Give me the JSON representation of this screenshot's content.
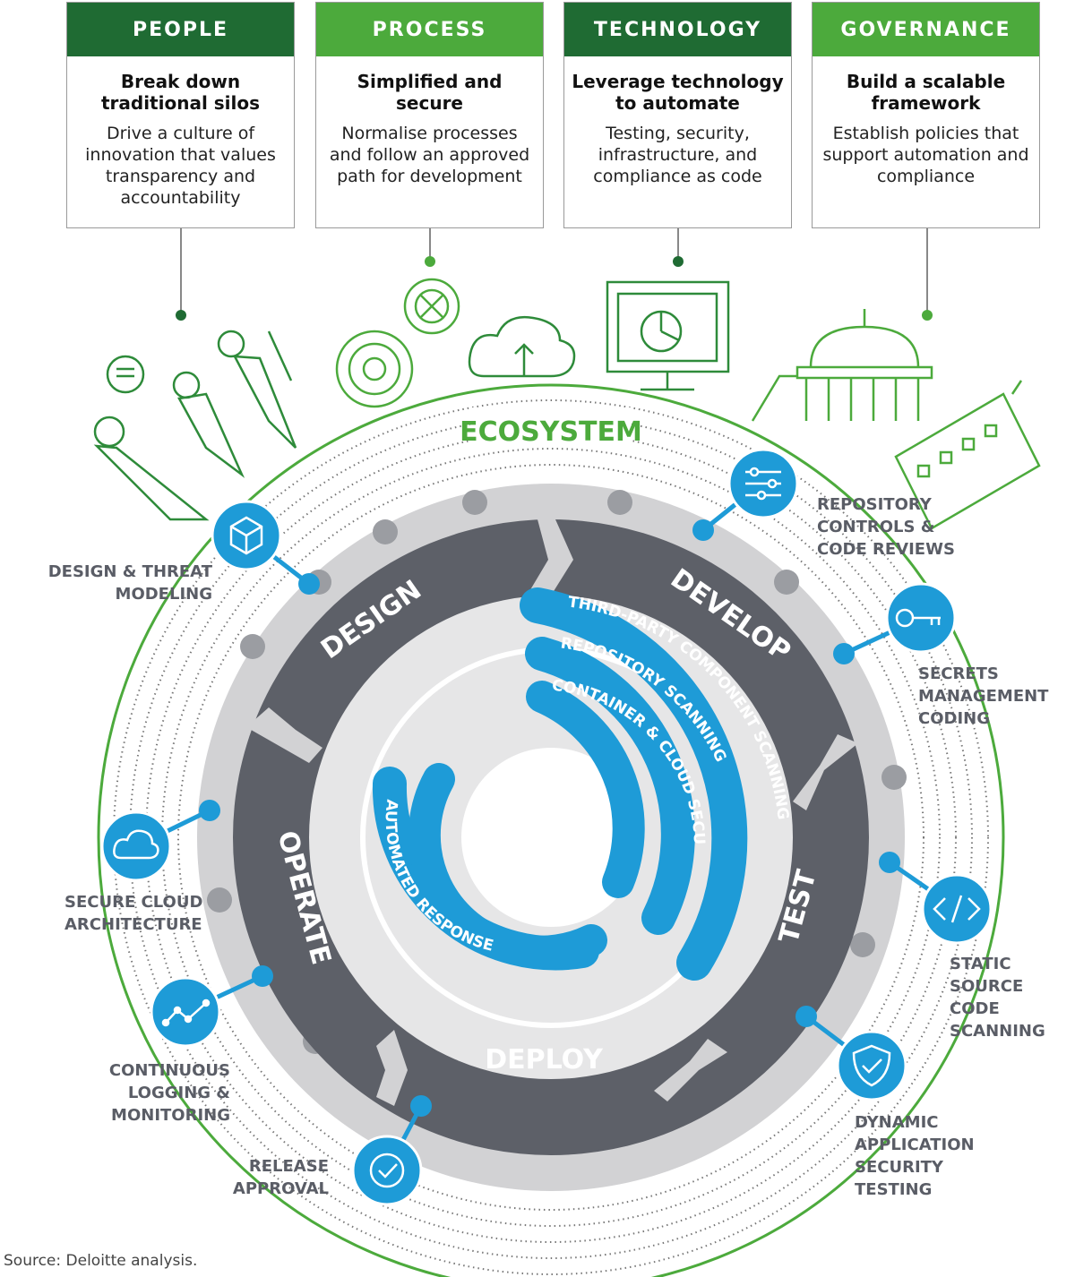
{
  "pillars": [
    {
      "header": "PEOPLE",
      "title": "Break down traditional silos",
      "body": "Drive a culture of innovation that values transparency and accountability"
    },
    {
      "header": "PROCESS",
      "title": "Simplified and secure",
      "body": "Normalise processes and follow an approved path for development"
    },
    {
      "header": "TECHNOLOGY",
      "title": "Leverage technology to automate",
      "body": "Testing, security, infrastructure, and compliance as code"
    },
    {
      "header": "GOVERNANCE",
      "title": "Build a scalable framework",
      "body": "Establish policies that support automation and compliance"
    }
  ],
  "ecosystem_label": "ECOSYSTEM",
  "stages": {
    "design": "DESIGN",
    "develop": "DEVELOP",
    "test": "TEST",
    "deploy": "DEPLOY",
    "operate": "OPERATE"
  },
  "inner_rings": {
    "third_party": "THIRD-PARTY COMPONENT SCANNING",
    "repository": "REPOSITORY SCANNING",
    "container": "CONTAINER & CLOUD SECURITY",
    "automated": "AUTOMATED RESPONSE"
  },
  "practices": {
    "design_threat": [
      "DESIGN & THREAT",
      "MODELING"
    ],
    "repo_controls": [
      "REPOSITORY",
      "CONTROLS &",
      "CODE REVIEWS"
    ],
    "secrets": [
      "SECRETS",
      "MANAGEMENT",
      "CODING"
    ],
    "static": [
      "STATIC",
      "SOURCE",
      "CODE",
      "SCANNING"
    ],
    "dynamic": [
      "DYNAMIC",
      "APPLICATION",
      "SECURITY",
      "TESTING"
    ],
    "release": [
      "RELEASE",
      "APPROVAL"
    ],
    "logging": [
      "CONTINUOUS",
      "LOGGING &",
      "MONITORING"
    ],
    "cloud": [
      "SECURE CLOUD",
      "ARCHITECTURE"
    ]
  },
  "icons": [
    "people-icon",
    "gears-icon",
    "cloud-upload-icon",
    "monitor-chart-icon",
    "capitol-building-icon",
    "office-building-icon",
    "cube-icon",
    "sliders-icon",
    "key-icon",
    "code-icon",
    "shield-check-icon",
    "check-circle-icon",
    "line-chart-icon",
    "cloud-icon"
  ],
  "colors": {
    "dark_green": "#1f6b33",
    "light_green": "#4caa3c",
    "ring_gray": "#5d6068",
    "outer_gray": "#d2d2d4",
    "blue": "#1e9bd7"
  },
  "source": "Source: Deloitte analysis."
}
